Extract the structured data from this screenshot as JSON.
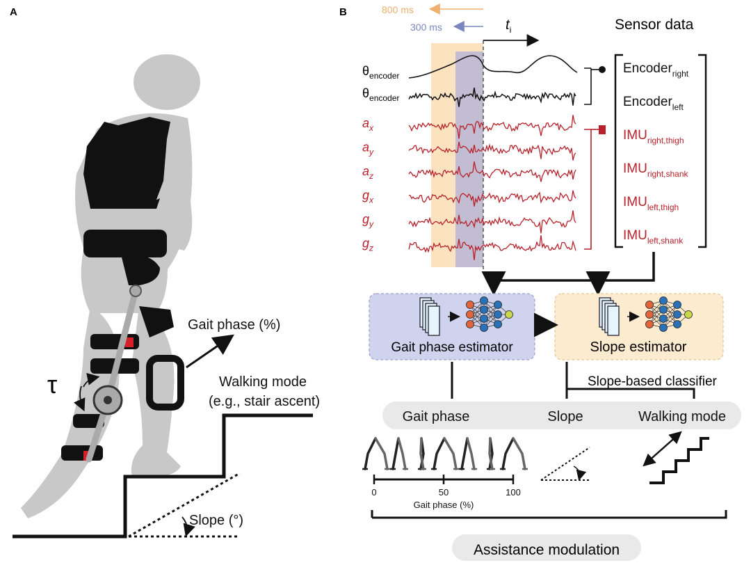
{
  "panel_a": {
    "label": "A",
    "tau": "τ",
    "gait_phase": "Gait phase (%)",
    "walking_mode_1": "Walking mode",
    "walking_mode_2": "(e.g., stair ascent)",
    "slope": "Slope (°)"
  },
  "panel_b": {
    "label": "B",
    "window_long": "800 ms",
    "window_short": "300 ms",
    "time_symbol": "t",
    "time_subscript": "i",
    "sensor_data_title": "Sensor data",
    "encoder_symbol": "θ",
    "encoder_sub": "encoder",
    "imu_signals": [
      {
        "sym": "a",
        "sub": "x"
      },
      {
        "sym": "a",
        "sub": "y"
      },
      {
        "sym": "a",
        "sub": "z"
      },
      {
        "sym": "g",
        "sub": "x"
      },
      {
        "sym": "g",
        "sub": "y"
      },
      {
        "sym": "g",
        "sub": "z"
      }
    ],
    "sensors": [
      {
        "main": "Encoder",
        "sub": "right"
      },
      {
        "main": "Encoder",
        "sub": "left"
      },
      {
        "main": "IMU",
        "sub": "right,thigh"
      },
      {
        "main": "IMU",
        "sub": "right,shank"
      },
      {
        "main": "IMU",
        "sub": "left,thigh"
      },
      {
        "main": "IMU",
        "sub": "left,shank"
      }
    ],
    "gait_phase_estimator": "Gait phase estimator",
    "slope_estimator": "Slope estimator",
    "slope_classifier": "Slope-based classifier",
    "outputs": {
      "gait_phase": "Gait phase",
      "slope": "Slope",
      "walking_mode": "Walking mode"
    },
    "axis": {
      "ticks": [
        "0",
        "50",
        "100"
      ],
      "label": "Gait phase (%)"
    },
    "assistance": "Assistance modulation"
  },
  "colors": {
    "signal_red": "#b8202a",
    "orange_window": "#fbe3bf",
    "blue_window": "#b9b6d6",
    "gait_box": "#cfd3ee",
    "slope_box": "#fdebd0",
    "silhouette": "#c8c8c8"
  }
}
